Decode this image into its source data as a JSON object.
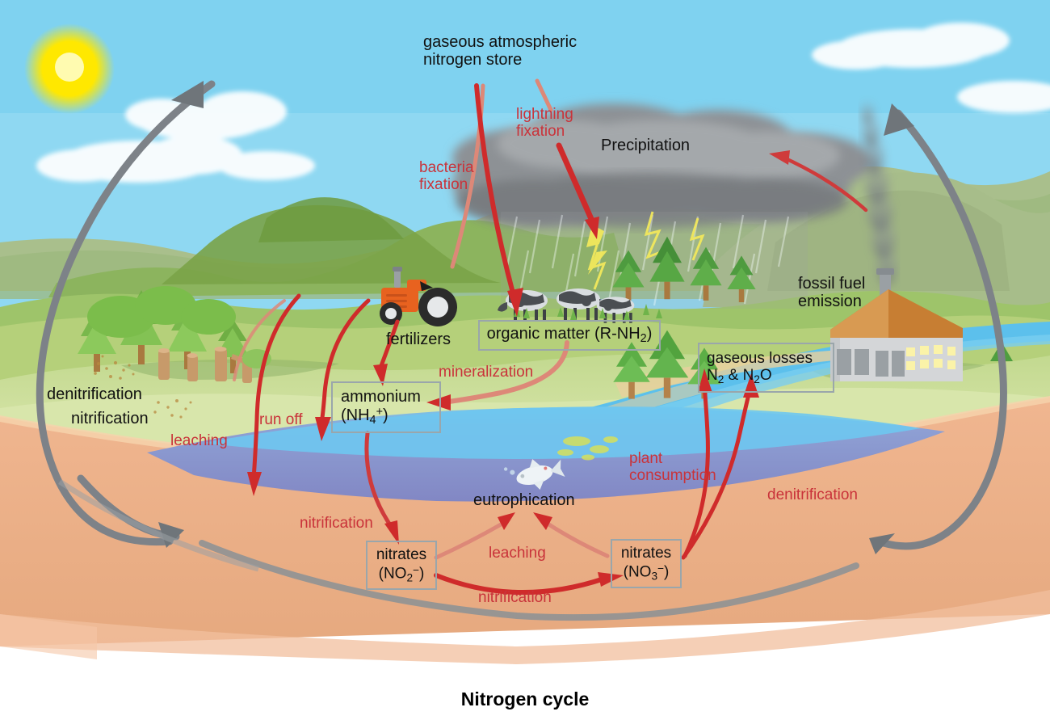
{
  "figure": {
    "title": "Nitrogen cycle",
    "domain": "Diagram"
  },
  "colors": {
    "sky": "#8fd8f2",
    "sun": "#ffe800",
    "cloud_white": "#ffffff",
    "storm_cloud": "#8d9195",
    "mountain_far": "#a9bf8c",
    "mountain_mid": "#8cb45e",
    "mountain_dark": "#7aa348",
    "grass_light": "#cfe09b",
    "grass_mid": "#b6d17f",
    "soil": "#eeb28d",
    "soil_shade": "#e3a781",
    "water_surface": "#6ec7ef",
    "water_deep": "#8287c4",
    "red_arrow": "#cf2b2b",
    "pink_arrow": "#dd8878",
    "gray_arrow": "#7d8288",
    "box_border": "#9aa6ab",
    "label_red": "#c9333a",
    "factory_roof": "#c77e33",
    "factory_wall": "#d4d6d8",
    "tractor": "#e8621f",
    "lightning": "#f2e85c"
  },
  "labels": {
    "gaseous_store_line1": "gaseous atmospheric",
    "gaseous_store_line2": "nitrogen store",
    "lightning_fixation_line1": "lightning",
    "lightning_fixation_line2": "fixation",
    "bacteria_fixation_line1": "bacteria",
    "bacteria_fixation_line2": "fixation",
    "precipitation": "Precipitation",
    "fossil_fuel_line1": "fossil fuel",
    "fossil_fuel_line2": "emission",
    "fertilizers": "fertilizers",
    "mineralization": "mineralization",
    "denitrification_left": "denitrification",
    "nitrification_left": "nitrification",
    "leaching_left": "leaching",
    "run_off": "run off",
    "nitrification_mid": "nitrification",
    "eutrophication": "eutrophication",
    "plant_consumption_line1": "plant",
    "plant_consumption_line2": "consumption",
    "denitrification_right": "denitrification",
    "leaching_mid": "leaching",
    "nitrification_bottom": "nitrification"
  },
  "boxes": {
    "organic_matter": {
      "text": "organic matter (R-NH",
      "sub": "2",
      "tail": ")"
    },
    "ammonium": {
      "line1": "ammonium",
      "line2_pre": "(NH",
      "line2_sub": "4",
      "line2_sup": "+",
      "line2_post": ")"
    },
    "gaseous_losses": {
      "line1": "gaseous losses",
      "line2_pre": "N",
      "line2_sub1": "2",
      "line2_mid": " & N",
      "line2_sub2": "2",
      "line2_post": "O"
    },
    "nitrites": {
      "line1": "nitrates",
      "line2_pre": "(NO",
      "line2_sub": "2",
      "line2_sup": "−",
      "line2_post": ")"
    },
    "nitrates": {
      "line1": "nitrates",
      "line2_pre": "(NO",
      "line2_sub": "3",
      "line2_sup": "−",
      "line2_post": ")"
    }
  },
  "icons": {
    "sun": "sun-icon",
    "cloud": "cloud-icon",
    "storm_cloud": "storm-cloud-icon",
    "lightning": "lightning-bolt-icon",
    "rain": "rain-icon",
    "tractor": "tractor-icon",
    "cow": "cow-icon",
    "tree": "conifer-tree-icon",
    "stump": "tree-stump-icon",
    "factory": "factory-icon",
    "smoke": "smoke-plume-icon",
    "fish": "fish-icon",
    "algae": "algae-icon",
    "river": "river-icon"
  }
}
